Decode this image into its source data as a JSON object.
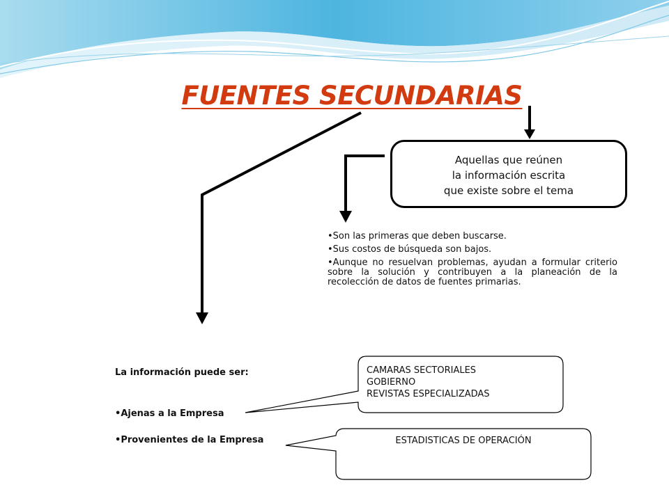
{
  "title": "FUENTES SECUNDARIAS",
  "definition": {
    "lines": [
      "Aquellas que reúnen",
      "la información escrita",
      "que existe sobre el tema"
    ]
  },
  "characteristics": [
    "Son las primeras que deben buscarse.",
    "Sus costos de búsqueda son bajos.",
    "Aunque no resuelvan problemas, ayudan a formular criterio sobre la solución y contribuyen a la planeación de la recolección de datos de fuentes primarias."
  ],
  "info_label": "La información puede ser:",
  "types": [
    {
      "label": "Ajenas a la Empresa",
      "examples": [
        "CAMARAS SECTORIALES",
        "GOBIERNO",
        "REVISTAS ESPECIALIZADAS"
      ]
    },
    {
      "label": "Provenientes de la Empresa",
      "examples": [
        "ESTADISTICAS DE OPERACIÓN"
      ]
    }
  ],
  "colors": {
    "title": "#d23a10",
    "wave_dark": "#3aa8d8",
    "wave_light": "#bfe6f5"
  }
}
